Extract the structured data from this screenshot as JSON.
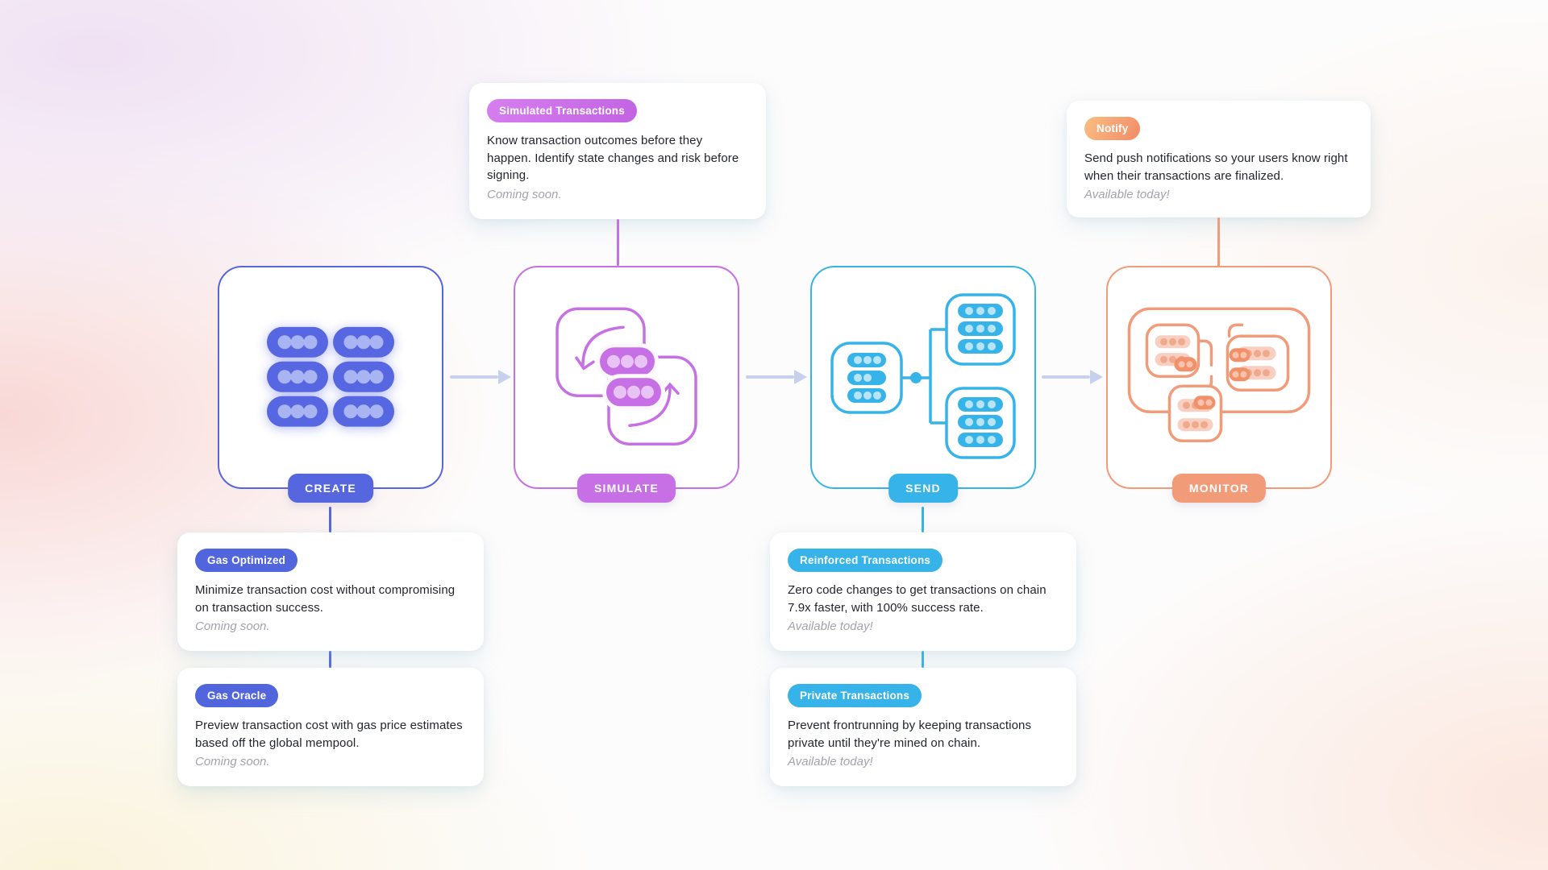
{
  "diagram": {
    "flow_order": [
      "CREATE",
      "SIMULATE",
      "SEND",
      "MONITOR"
    ]
  },
  "stages": [
    {
      "id": "create",
      "label": "CREATE",
      "color": "#5566df"
    },
    {
      "id": "simulate",
      "label": "SIMULATE",
      "color": "#c76fe5"
    },
    {
      "id": "send",
      "label": "SEND",
      "color": "#36b3e8"
    },
    {
      "id": "monitor",
      "label": "MONITOR",
      "color": "#f29b78"
    }
  ],
  "cards": {
    "simulated": {
      "badge": "Simulated Transactions",
      "badge_bg": "linear-gradient(120deg,#d77ef0,#c263e2)",
      "body": "Know transaction outcomes before they happen. Identify state changes and risk before signing.",
      "note": "Coming soon."
    },
    "notify": {
      "badge": "Notify",
      "badge_bg": "linear-gradient(120deg,#f9be82,#f28b66)",
      "body": "Send push notifications so your users know right when their transactions are finalized.",
      "note": "Available today!"
    },
    "gas_optimized": {
      "badge": "Gas Optimized",
      "badge_bg": "#5165dc",
      "body": "Minimize transaction cost without compromising on transaction success.",
      "note": "Coming soon."
    },
    "gas_oracle": {
      "badge": "Gas Oracle",
      "badge_bg": "#5165dc",
      "body": "Preview transaction cost with gas price estimates based off the global mempool.",
      "note": "Coming soon."
    },
    "reinforced": {
      "badge": "Reinforced Transactions",
      "badge_bg": "#36b3e8",
      "body": "Zero code changes to get transactions on chain 7.9x faster, with 100% success rate.",
      "note": "Available today!"
    },
    "private": {
      "badge": "Private Transactions",
      "badge_bg": "#36b3e8",
      "body": "Prevent frontrunning by keeping transactions private until they're mined on chain.",
      "note": "Available today!"
    }
  },
  "colors": {
    "flow_arrow": "#c7d0ed",
    "background_tints": [
      "#eedef2",
      "#f8d6d4",
      "#faf3db",
      "#fbe5db"
    ]
  }
}
